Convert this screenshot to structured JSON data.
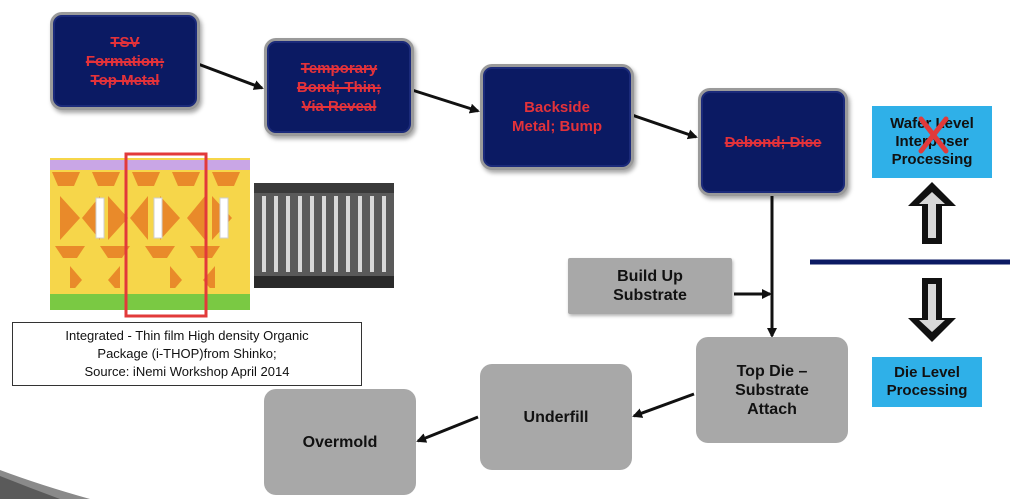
{
  "steps": {
    "tsv": "TSV\nFormation;\nTop Metal",
    "temporary_bond": "Temporary\nBond; Thin;\nVia Reveal",
    "backside_metal": "Backside\nMetal; Bump",
    "debond": "Debond; Dice",
    "build_up_substrate": "Build Up\nSubstrate",
    "top_die_attach": "Top Die –\nSubstrate\nAttach",
    "underfill": "Underfill",
    "overmold": "Overmold"
  },
  "levels": {
    "wafer_level": "Wafer Level\nInterposer\nProcessing",
    "die_level": "Die Level\nProcessing"
  },
  "caption": {
    "line1": "Integrated - Thin film High density Organic",
    "line2": "Package (i-THOP)from Shinko;",
    "line3": "Source: iNemi Workshop April 2014"
  },
  "colors": {
    "navy_box": "#0b1a63",
    "strike_text": "#e3323a",
    "gray_box": "#a8a8a8",
    "blue_box": "#2fb0e8",
    "divider": "#0b1a63"
  }
}
